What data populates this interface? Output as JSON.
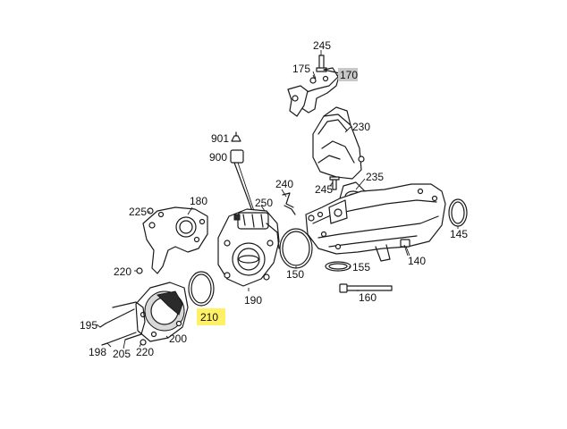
{
  "colors": {
    "line": "#1a1a1a",
    "highlight_yellow": "#fff066",
    "highlight_gray": "#c8c8c8",
    "background": "#ffffff"
  },
  "callouts": [
    {
      "id": "245a",
      "label": "245",
      "highlight": "none"
    },
    {
      "id": "175",
      "label": "175",
      "highlight": "none"
    },
    {
      "id": "170",
      "label": "170",
      "highlight": "gray"
    },
    {
      "id": "230",
      "label": "230",
      "highlight": "none"
    },
    {
      "id": "901",
      "label": "901",
      "highlight": "none"
    },
    {
      "id": "900",
      "label": "900",
      "highlight": "none"
    },
    {
      "id": "235",
      "label": "235",
      "highlight": "none"
    },
    {
      "id": "240",
      "label": "240",
      "highlight": "none"
    },
    {
      "id": "245b",
      "label": "245",
      "highlight": "none"
    },
    {
      "id": "180",
      "label": "180",
      "highlight": "none"
    },
    {
      "id": "225",
      "label": "225",
      "highlight": "none"
    },
    {
      "id": "250",
      "label": "250",
      "highlight": "none"
    },
    {
      "id": "145",
      "label": "145",
      "highlight": "none"
    },
    {
      "id": "140",
      "label": "140",
      "highlight": "none"
    },
    {
      "id": "155",
      "label": "155",
      "highlight": "none"
    },
    {
      "id": "150",
      "label": "150",
      "highlight": "none"
    },
    {
      "id": "220a",
      "label": "220",
      "highlight": "none"
    },
    {
      "id": "160",
      "label": "160",
      "highlight": "none"
    },
    {
      "id": "190",
      "label": "190",
      "highlight": "none"
    },
    {
      "id": "210",
      "label": "210",
      "highlight": "yellow"
    },
    {
      "id": "195",
      "label": "195",
      "highlight": "none"
    },
    {
      "id": "200",
      "label": "200",
      "highlight": "none"
    },
    {
      "id": "198",
      "label": "198",
      "highlight": "none"
    },
    {
      "id": "205",
      "label": "205",
      "highlight": "none"
    },
    {
      "id": "220b",
      "label": "220",
      "highlight": "none"
    }
  ]
}
